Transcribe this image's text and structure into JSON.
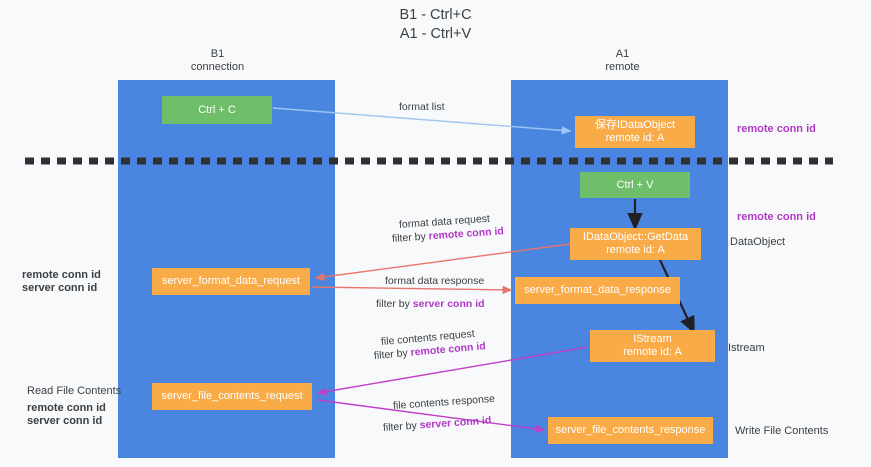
{
  "title": "B1 - Ctrl+C\nA1 - Ctrl+V",
  "columns": {
    "left": {
      "name": "B1",
      "role": "connection",
      "header": "B1\nconnection"
    },
    "right": {
      "name": "A1",
      "role": "remote",
      "header": "A1\nremote"
    }
  },
  "boxes": {
    "ctrl_c": "Ctrl + C",
    "idataobject": "保存IDataObject\nremote id: A",
    "ctrl_v": "Ctrl + V",
    "getdata": "IDataObject::GetData\nremote id: A",
    "server_format_data_request": "server_format_data_request",
    "server_format_data_response": "server_format_data_response",
    "istream": "IStream\nremote id: A",
    "server_file_contents_request": "server_file_contents_request",
    "server_file_contents_response": "server_file_contents_response"
  },
  "left_labels": {
    "group1_remote": "remote conn id",
    "group1_server": "server conn id",
    "read_file_contents": "Read File Contents",
    "group2_remote": "remote conn id",
    "group2_server": "server conn id"
  },
  "right_labels": {
    "remote_conn_id_top": "remote conn id",
    "remote_conn_id_mid": "remote conn id",
    "dataobject": "DataObject",
    "istream": "Istream",
    "write_file_contents": "Write File Contents"
  },
  "flow_labels": {
    "format_list": "format list",
    "format_data_request": "format data request",
    "format_data_request_filter_prefix": "filter by ",
    "format_data_request_filter_key": "remote conn id",
    "format_data_response": "format data response",
    "format_data_response_filter_prefix": "filter by ",
    "format_data_response_filter_key": "server conn id",
    "file_contents_request": "file contents request",
    "file_contents_request_filter_prefix": "filter by ",
    "file_contents_request_filter_key": "remote conn id",
    "file_contents_response": "file contents response",
    "file_contents_response_filter_prefix": "filter by ",
    "file_contents_response_filter_key": "server conn id"
  },
  "colors": {
    "lane": "#4a86e0",
    "box_orange": "#f9ab47",
    "box_green": "#6fbf6a",
    "accent_purple": "#b039c6",
    "accent_green": "#6fbf6a",
    "arrow_blue": "#9fc5f0",
    "arrow_red": "#e8746b",
    "arrow_magenta": "#c040c8",
    "arrow_black": "#202124",
    "divider": "#2e3033",
    "background": "#f8f9fa"
  }
}
